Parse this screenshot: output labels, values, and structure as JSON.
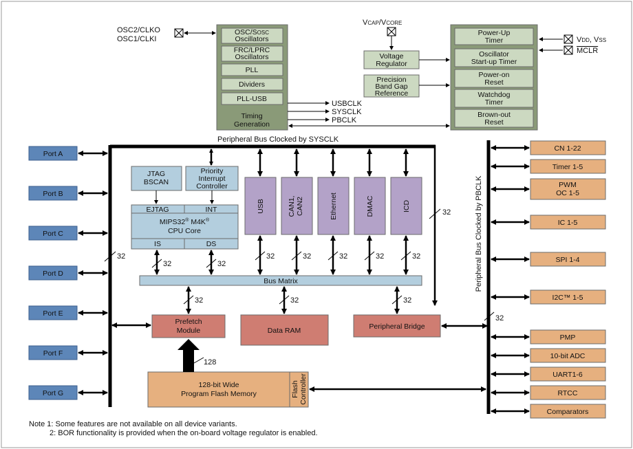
{
  "osc_pins": [
    "OSC2/CLKO",
    "OSC1/CLKI"
  ],
  "vcap_label": "VCAP/VCORE",
  "timing_block": {
    "items": [
      "OSC/SOSC Oscillators",
      "FRC/LPRC Oscillators",
      "PLL",
      "Dividers",
      "PLL-USB"
    ],
    "bottom_label": "Timing Generation"
  },
  "clock_outputs": [
    "USBCLK",
    "SYSCLK",
    "PBCLK"
  ],
  "voltage_regulator": "Voltage Regulator",
  "band_gap": "Precision Band Gap Reference",
  "reset_block": [
    "Power-Up Timer",
    "Oscillator Start-up Timer",
    "Power-on Reset",
    "Watchdog Timer",
    "Brown-out Reset"
  ],
  "power_pins": {
    "vdd_vss": "VDD, VSS",
    "mclr": "MCLR"
  },
  "sysclk_bus_label": "Peripheral Bus Clocked by SYSCLK",
  "pbclk_bus_label": "Peripheral Bus Clocked by PBCLK",
  "ports": [
    "Port A",
    "Port B",
    "Port C",
    "Port D",
    "Port E",
    "Port F",
    "Port G"
  ],
  "jtag": "JTAG BSCAN",
  "priority_interrupt": "Priority Interrupt Controller",
  "cpu": {
    "ejtag": "EJTAG",
    "int": "INT",
    "core": "MIPS32® M4K® CPU Core",
    "is": "IS",
    "ds": "DS"
  },
  "bus_masters": [
    "USB",
    "CAN1, CAN2",
    "Ethernet",
    "DMAC",
    "ICD"
  ],
  "bus_matrix": "Bus Matrix",
  "prefetch": "Prefetch Module",
  "data_ram": "Data RAM",
  "peripheral_bridge": "Peripheral Bridge",
  "flash_memory": "128-bit Wide Program Flash Memory",
  "flash_controller": "Flash Controller",
  "bus_width_32": "32",
  "bus_width_128": "128",
  "peripherals": [
    "CN 1-22",
    "Timer 1-5",
    "PWM OC 1-5",
    "IC 1-5",
    "SPI 1-4",
    "I2C™ 1-5",
    "PMP",
    "10-bit ADC",
    "UART1-6",
    "RTCC",
    "Comparators"
  ],
  "notes": [
    "Note 1: Some features are not available on all device variants.",
    "2: BOR functionality is provided when the on-board voltage regulator is enabled."
  ],
  "colors": {
    "green_outer": "#8a9a78",
    "green_inner": "#ccd9c1",
    "blue": "#5d86b8",
    "light_blue": "#b3cede",
    "purple": "#b3a2c8",
    "red": "#cf7d72",
    "orange": "#e6b07f",
    "tan": "#e6b07f"
  }
}
